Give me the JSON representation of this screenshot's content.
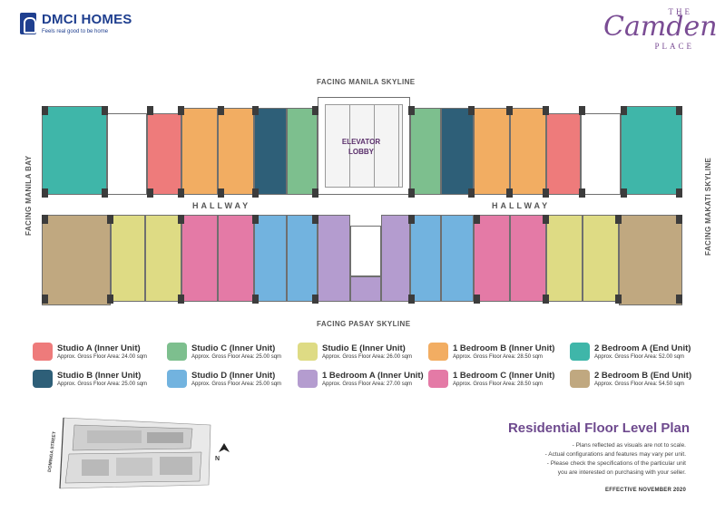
{
  "brand": {
    "name": "DMCI HOMES",
    "tagline": "Feels real good to be home"
  },
  "project": {
    "the": "THE",
    "name": "Camden",
    "place": "PLACE"
  },
  "facings": {
    "top": "FACING MANILA SKYLINE",
    "bottom": "FACING PASAY SKYLINE",
    "left": "FACING MANILA BAY",
    "right": "FACING MAKATI SKYLINE"
  },
  "plan": {
    "hallway_label": "HALLWAY",
    "elevator_line1": "ELEVATOR",
    "elevator_line2": "LOBBY"
  },
  "colors": {
    "studio_a": "#ee7b7b",
    "studio_b": "#2e5f78",
    "studio_c": "#7dbf8e",
    "studio_d": "#72b3df",
    "studio_e": "#dedb84",
    "one_bedroom_a": "#b49ccf",
    "one_bedroom_b": "#f2ad62",
    "one_bedroom_c": "#e47aa6",
    "two_bedroom_a": "#3fb6a9",
    "two_bedroom_b": "#c0a880",
    "service": "#ffffff",
    "title_purple": "#6e4a8e"
  },
  "legend": [
    {
      "key": "studio_a",
      "name": "Studio A (Inner Unit)",
      "area": "Approx. Gross Floor Area: 24.00 sqm"
    },
    {
      "key": "studio_b",
      "name": "Studio B (Inner Unit)",
      "area": "Approx. Gross Floor Area: 25.00 sqm"
    },
    {
      "key": "studio_c",
      "name": "Studio C (Inner Unit)",
      "area": "Approx. Gross Floor Area: 25.00 sqm"
    },
    {
      "key": "studio_d",
      "name": "Studio D (Inner Unit)",
      "area": "Approx. Gross Floor Area: 25.00 sqm"
    },
    {
      "key": "studio_e",
      "name": "Studio E (Inner Unit)",
      "area": "Approx. Gross Floor Area: 26.00 sqm"
    },
    {
      "key": "one_bedroom_a",
      "name": "1 Bedroom A (Inner Unit)",
      "area": "Approx. Gross Floor Area: 27.00 sqm"
    },
    {
      "key": "one_bedroom_b",
      "name": "1 Bedroom B (Inner Unit)",
      "area": "Approx. Gross Floor Area: 28.50 sqm"
    },
    {
      "key": "one_bedroom_c",
      "name": "1 Bedroom C (Inner Unit)",
      "area": "Approx. Gross Floor Area: 28.50 sqm"
    },
    {
      "key": "two_bedroom_a",
      "name": "2 Bedroom A (End Unit)",
      "area": "Approx. Gross Floor Area: 52.00 sqm"
    },
    {
      "key": "two_bedroom_b",
      "name": "2 Bedroom B (End Unit)",
      "area": "Approx. Gross Floor Area: 54.50 sqm"
    }
  ],
  "site": {
    "street": "DOMINGA STREET",
    "north": "N"
  },
  "title_block": {
    "title": "Residential Floor Level Plan",
    "notes": [
      "- Plans reflected as visuals are not to scale.",
      "- Actual configurations and features may vary per unit.",
      "- Please check the specifications of the particular unit",
      "you are interested on purchasing with your seller."
    ],
    "effective": "EFFECTIVE NOVEMBER 2020"
  }
}
